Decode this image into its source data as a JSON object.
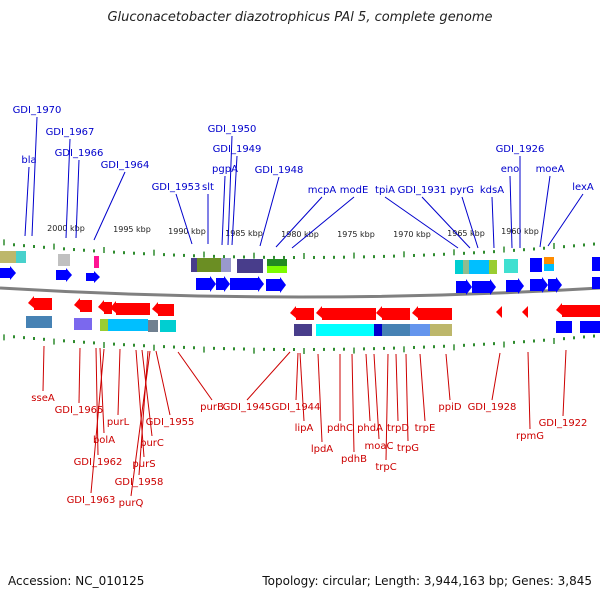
{
  "title": "Gluconacetobacter diazotrophicus PAl 5, complete genome",
  "footer": {
    "accession": "Accession: NC_010125",
    "info": "Topology: circular; Length: 3,944,163 bp; Genes: 3,845"
  },
  "colors": {
    "forward_gene_label": "#0000cc",
    "reverse_gene_label": "#cc0000",
    "forward_arrow": "#0000ff",
    "reverse_arrow": "#ff0000",
    "backbone": "#808080",
    "tick": "#2e8b2e"
  },
  "ticks": [
    "2000 kbp",
    "1995 kbp",
    "1990 kbp",
    "1985 kbp",
    "1980 kbp",
    "1975 kbp",
    "1970 kbp",
    "1965 kbp",
    "1960 kbp"
  ],
  "forward_genes": [
    "GDI_1970",
    "bla",
    "GDI_1967",
    "GDI_1966",
    "GDI_1964",
    "GDI_1953",
    "slt",
    "pgpA",
    "GDI_1950",
    "GDI_1949",
    "GDI_1948",
    "mcpA",
    "modE",
    "tpiA",
    "GDI_1931",
    "pyrG",
    "kdsA",
    "GDI_1926",
    "eno",
    "moeA",
    "lexA"
  ],
  "reverse_genes": [
    "sseA",
    "GDI_1965",
    "GDI_1962",
    "bolA",
    "GDI_1963",
    "purL",
    "purS",
    "purC",
    "GDI_1958",
    "purQ",
    "GDI_1955",
    "purB",
    "GDI_1945",
    "GDI_1944",
    "lipA",
    "lpdA",
    "pdhC",
    "pdhB",
    "phdA",
    "moaC",
    "trpC",
    "trpD",
    "trpG",
    "trpE",
    "ppiD",
    "GDI_1928",
    "rpmG",
    "GDI_1922"
  ]
}
